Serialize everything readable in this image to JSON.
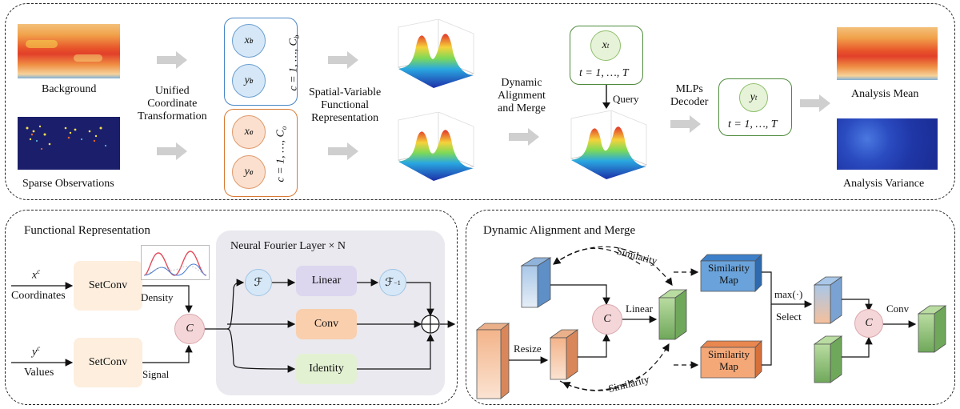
{
  "top": {
    "background_label": "Background",
    "sparse_label": "Sparse Observations",
    "unified_label_1": "Unified",
    "unified_label_2": "Coordinate",
    "unified_label_3": "Transformation",
    "xb": "x",
    "xb_sub": "b",
    "xb_sup": "c",
    "yb": "y",
    "yb_sub": "b",
    "yb_sup": "c",
    "cb_range": "c = 1, …, C",
    "cb_sub": "b",
    "xo": "x",
    "xo_sub": "o",
    "xo_sup": "c",
    "yo": "y",
    "yo_sub": "o",
    "yo_sup": "c",
    "co_range": "c = 1, …, C",
    "co_sub": "o",
    "svfr_1": "Spatial-Variable",
    "svfr_2": "Functional",
    "svfr_3": "Representation",
    "dam_1": "Dynamic",
    "dam_2": "Alignment",
    "dam_3": "and Merge",
    "xt": "x",
    "xt_sup": "t",
    "t_range_1": "t = 1, …, T",
    "query": "Query",
    "mlp_1": "MLPs",
    "mlp_2": "Decoder",
    "yt": "y",
    "yt_sup": "t",
    "t_range_2": "t = 1, …, T",
    "analysis_mean": "Analysis Mean",
    "analysis_variance": "Analysis  Variance"
  },
  "fr": {
    "title": "Functional Representation",
    "xc": "x",
    "xc_sup": "c",
    "coordinates": "Coordinates",
    "yc": "y",
    "yc_sup": "c",
    "values": "Values",
    "setconv_1": "SetConv",
    "setconv_2": "SetConv",
    "density": "Density",
    "signal": "Signal",
    "concat": "C",
    "nfl_title": "Neural  Fourier  Layer × N",
    "fourier": "ℱ",
    "inv_fourier": "ℱ",
    "inv_sup": "−1",
    "linear": "Linear",
    "conv": "Conv",
    "identity": "Identity"
  },
  "dam": {
    "title": "Dynamic  Alignment  and  Merge",
    "similarity_top": "Similarity",
    "similarity_bottom": "Similarity",
    "linear": "Linear",
    "resize": "Resize",
    "concat_1": "C",
    "concat_2": "C",
    "sim_map_top_1": "Similarity",
    "sim_map_top_2": "Map",
    "sim_map_bot_1": "Similarity",
    "sim_map_bot_2": "Map",
    "max": "max(·)",
    "select": "Select",
    "conv": "Conv"
  },
  "colors": {
    "blue_node": "#d6e8f7",
    "orange_node": "#fbe0cf",
    "green_node": "#e7f3d8",
    "purple_box": "#ddd6ef",
    "setconv_box": "#fdeede",
    "conv_box": "#f9cfae",
    "identity_box": "#e3f1d3",
    "concat_node": "#f5d6d8",
    "nfl_bg": "#e9e9ef"
  }
}
